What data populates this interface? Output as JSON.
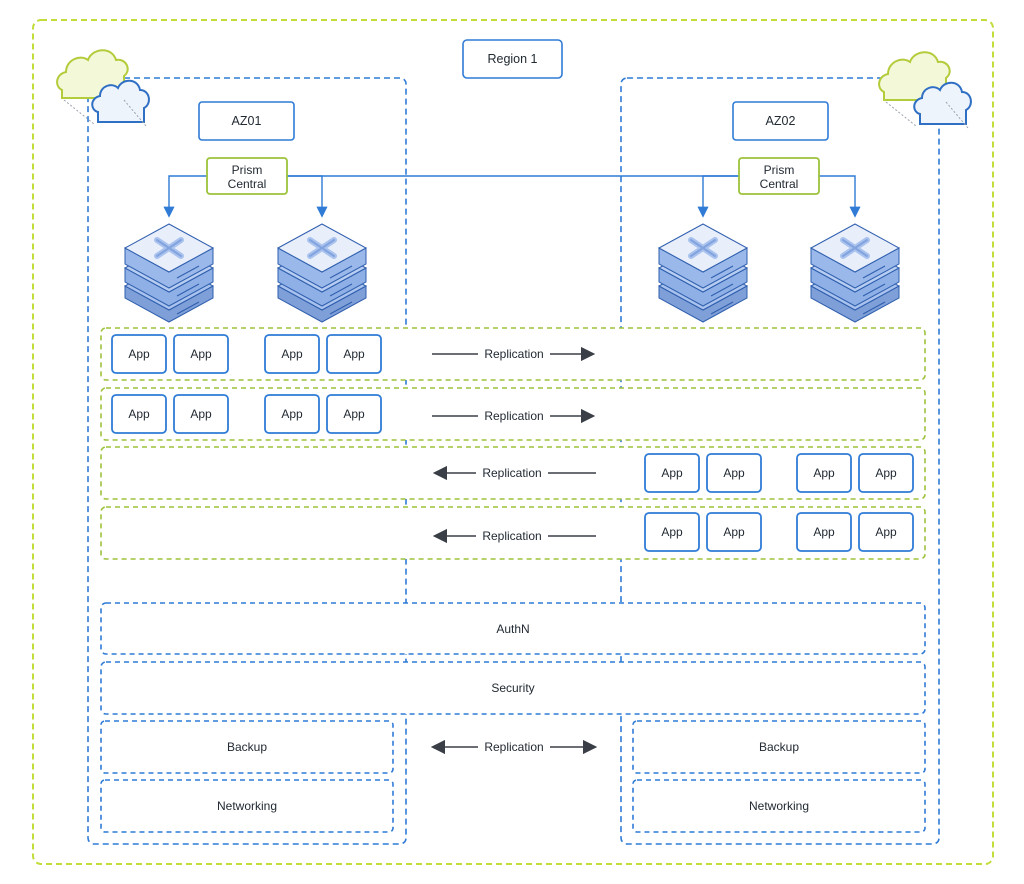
{
  "colors": {
    "region_border": "#c2dc3a",
    "az_border": "#2f7bd6",
    "box_border": "#2f7bd6",
    "green_border": "#9cc23a",
    "arrow": "#3a3f47",
    "connector": "#2f7bd6",
    "server_top": "#e8eefa",
    "server_mid": "#a9c2ee",
    "server_dark": "#7f9fd8"
  },
  "region": {
    "label": "Region 1"
  },
  "az01": {
    "label": "AZ01",
    "prism": {
      "line1": "Prism",
      "line2": "Central"
    },
    "backup": "Backup",
    "networking": "Networking"
  },
  "az02": {
    "label": "AZ02",
    "prism": {
      "line1": "Prism",
      "line2": "Central"
    },
    "backup": "Backup",
    "networking": "Networking"
  },
  "app_label": "App",
  "rows": [
    {
      "side": "left",
      "arrow": "right",
      "replication": "Replication"
    },
    {
      "side": "left",
      "arrow": "right",
      "replication": "Replication"
    },
    {
      "side": "right",
      "arrow": "left",
      "replication": "Replication"
    },
    {
      "side": "right",
      "arrow": "left",
      "replication": "Replication"
    }
  ],
  "shared": {
    "authn": "AuthN",
    "security": "Security"
  },
  "bottom_replication": "Replication",
  "icons": [
    "cloud-icon",
    "server-stack-icon"
  ]
}
